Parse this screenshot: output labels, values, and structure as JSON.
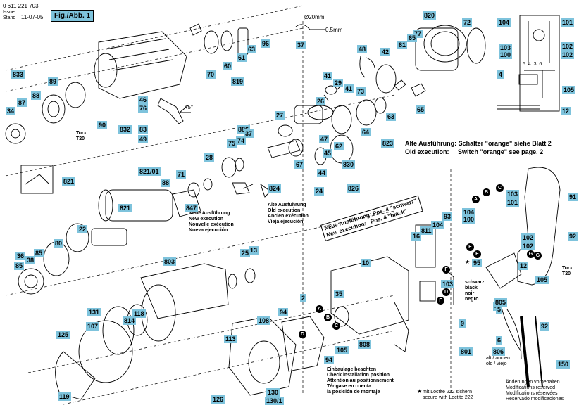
{
  "header": {
    "doc_number": "0 611 221 703",
    "issue_label": "Issue\nStand",
    "issue_date": "11-07-05",
    "fig_label": "Fig./Abb. 1"
  },
  "notes": {
    "dim_20mm": "Ø20mm",
    "dim_05mm": "0,5mm",
    "torx_top": "Torx\nT20",
    "torx_right": "Torx\nT20",
    "new_execution_left": "Neue Ausführung\nNew execution\nNouvelle exécution\nNueva ejecución",
    "old_execution_mid": "Alte Ausführung\nOld execution\nAncien exécution\nVieja ejecución",
    "alte_ausf_1": "Alte Ausführung: Schalter \"orange\" siehe Blatt 2",
    "alte_ausf_2": "Old execution:     Switch \"orange\" see page. 2",
    "neue_ausf_diag": "Neue Ausführung: Pos. 4 \"schwarz\"\nNew execution:   Pos. 4 \"black\"",
    "schwarz": "schwarz\nblack\nnoir\nnegro",
    "alt_ancien": "alt / ancien\nold / viejo",
    "einbaulage": "Einbaulage beachten\nCheck installation position\nAttention au positionnement\nTéngase en cuenta\nla posición de montaje",
    "loctite": "mit Loctite 222 sichern\nsecure with Loctite 222",
    "modifications": "Änderungen vorbehalten\nModifications reserved\nModifications réservées\nReservado modificaciones",
    "angle_45": "45°",
    "schematic_nums": "5  4  3  6",
    "star95": "★"
  },
  "labels": [
    {
      "id": "l820",
      "text": "820"
    },
    {
      "id": "l72",
      "text": "72"
    },
    {
      "id": "l77",
      "text": "77"
    },
    {
      "id": "l42",
      "text": "42"
    },
    {
      "id": "l81",
      "text": "81"
    },
    {
      "id": "l65",
      "text": "65"
    },
    {
      "id": "l48",
      "text": "48"
    },
    {
      "id": "l37",
      "text": "37"
    },
    {
      "id": "l70",
      "text": "70"
    },
    {
      "id": "l60",
      "text": "60"
    },
    {
      "id": "l61",
      "text": "61"
    },
    {
      "id": "l63a",
      "text": "63"
    },
    {
      "id": "l96",
      "text": "96"
    },
    {
      "id": "l819",
      "text": "819"
    },
    {
      "id": "l833",
      "text": "833"
    },
    {
      "id": "l89",
      "text": "89"
    },
    {
      "id": "l34",
      "text": "34"
    },
    {
      "id": "l87",
      "text": "87"
    },
    {
      "id": "l88a",
      "text": "88"
    },
    {
      "id": "l46",
      "text": "46"
    },
    {
      "id": "l76",
      "text": "76"
    },
    {
      "id": "l90",
      "text": "90"
    },
    {
      "id": "l832",
      "text": "832"
    },
    {
      "id": "l83",
      "text": "83"
    },
    {
      "id": "l49",
      "text": "49"
    },
    {
      "id": "l41",
      "text": "41"
    },
    {
      "id": "l29",
      "text": "29"
    },
    {
      "id": "l41b",
      "text": "41"
    },
    {
      "id": "l73",
      "text": "73"
    },
    {
      "id": "l26",
      "text": "26"
    },
    {
      "id": "l27",
      "text": "27"
    },
    {
      "id": "l886",
      "text": "886"
    },
    {
      "id": "l37b",
      "text": "37"
    },
    {
      "id": "l74",
      "text": "74"
    },
    {
      "id": "l75",
      "text": "75"
    },
    {
      "id": "l28",
      "text": "28"
    },
    {
      "id": "l47",
      "text": "47"
    },
    {
      "id": "l45",
      "text": "45"
    },
    {
      "id": "l62",
      "text": "62"
    },
    {
      "id": "l64",
      "text": "64"
    },
    {
      "id": "l63b",
      "text": "63"
    },
    {
      "id": "l823",
      "text": "823"
    },
    {
      "id": "l830",
      "text": "830"
    },
    {
      "id": "l67",
      "text": "67"
    },
    {
      "id": "l44",
      "text": "44"
    },
    {
      "id": "l824",
      "text": "824"
    },
    {
      "id": "l24",
      "text": "24"
    },
    {
      "id": "l826",
      "text": "826"
    },
    {
      "id": "l65b",
      "text": "65"
    },
    {
      "id": "l821_01",
      "text": "821/01"
    },
    {
      "id": "l71",
      "text": "71"
    },
    {
      "id": "l88b",
      "text": "88"
    },
    {
      "id": "l821a",
      "text": "821"
    },
    {
      "id": "l821b",
      "text": "821"
    },
    {
      "id": "l847",
      "text": "847"
    },
    {
      "id": "l22",
      "text": "22"
    },
    {
      "id": "l80",
      "text": "80"
    },
    {
      "id": "l36",
      "text": "36"
    },
    {
      "id": "l38",
      "text": "38"
    },
    {
      "id": "l85a",
      "text": "85"
    },
    {
      "id": "l85b",
      "text": "85"
    },
    {
      "id": "l25",
      "text": "25"
    },
    {
      "id": "l13",
      "text": "13"
    },
    {
      "id": "l803",
      "text": "803"
    },
    {
      "id": "l131",
      "text": "131"
    },
    {
      "id": "l814",
      "text": "814"
    },
    {
      "id": "l118",
      "text": "118"
    },
    {
      "id": "l2",
      "text": "2"
    },
    {
      "id": "l94a",
      "text": "94"
    },
    {
      "id": "l108",
      "text": "108"
    },
    {
      "id": "l35",
      "text": "35"
    },
    {
      "id": "l10",
      "text": "10"
    },
    {
      "id": "l125",
      "text": "125"
    },
    {
      "id": "l107",
      "text": "107"
    },
    {
      "id": "l113",
      "text": "113"
    },
    {
      "id": "l105a",
      "text": "105"
    },
    {
      "id": "l808",
      "text": "808"
    },
    {
      "id": "l94b",
      "text": "94"
    },
    {
      "id": "l119",
      "text": "119"
    },
    {
      "id": "l126",
      "text": "126"
    },
    {
      "id": "l130",
      "text": "130"
    },
    {
      "id": "l130_1",
      "text": "130/1"
    },
    {
      "id": "l9",
      "text": "9"
    },
    {
      "id": "l801",
      "text": "801"
    },
    {
      "id": "l104a",
      "text": "104"
    },
    {
      "id": "l101a",
      "text": "101"
    },
    {
      "id": "l103a",
      "text": "103"
    },
    {
      "id": "l100a",
      "text": "100"
    },
    {
      "id": "l102a",
      "text": "102"
    },
    {
      "id": "l102b",
      "text": "102"
    },
    {
      "id": "l4a",
      "text": "4"
    },
    {
      "id": "l105b",
      "text": "105"
    },
    {
      "id": "l12a",
      "text": "12"
    },
    {
      "id": "l93",
      "text": "93"
    },
    {
      "id": "l811",
      "text": "811"
    },
    {
      "id": "l104b",
      "text": "104"
    },
    {
      "id": "l16",
      "text": "16"
    },
    {
      "id": "l104c",
      "text": "104"
    },
    {
      "id": "l100b",
      "text": "100"
    },
    {
      "id": "l103b",
      "text": "103"
    },
    {
      "id": "l101b",
      "text": "101"
    },
    {
      "id": "l102c",
      "text": "102"
    },
    {
      "id": "l102d",
      "text": "102"
    },
    {
      "id": "l91",
      "text": "91"
    },
    {
      "id": "l92a",
      "text": "92"
    },
    {
      "id": "l95",
      "text": "95"
    },
    {
      "id": "l12b",
      "text": "12"
    },
    {
      "id": "l105c",
      "text": "105"
    },
    {
      "id": "l4b",
      "text": "4"
    },
    {
      "id": "l103c",
      "text": "103"
    },
    {
      "id": "l805",
      "text": "805"
    },
    {
      "id": "l5",
      "text": "5"
    },
    {
      "id": "l92b",
      "text": "92"
    },
    {
      "id": "l6",
      "text": "6"
    },
    {
      "id": "l806",
      "text": "806"
    },
    {
      "id": "l150",
      "text": "150"
    }
  ],
  "circle_letters": [
    "A",
    "B",
    "C",
    "D",
    "E",
    "F",
    "G"
  ]
}
